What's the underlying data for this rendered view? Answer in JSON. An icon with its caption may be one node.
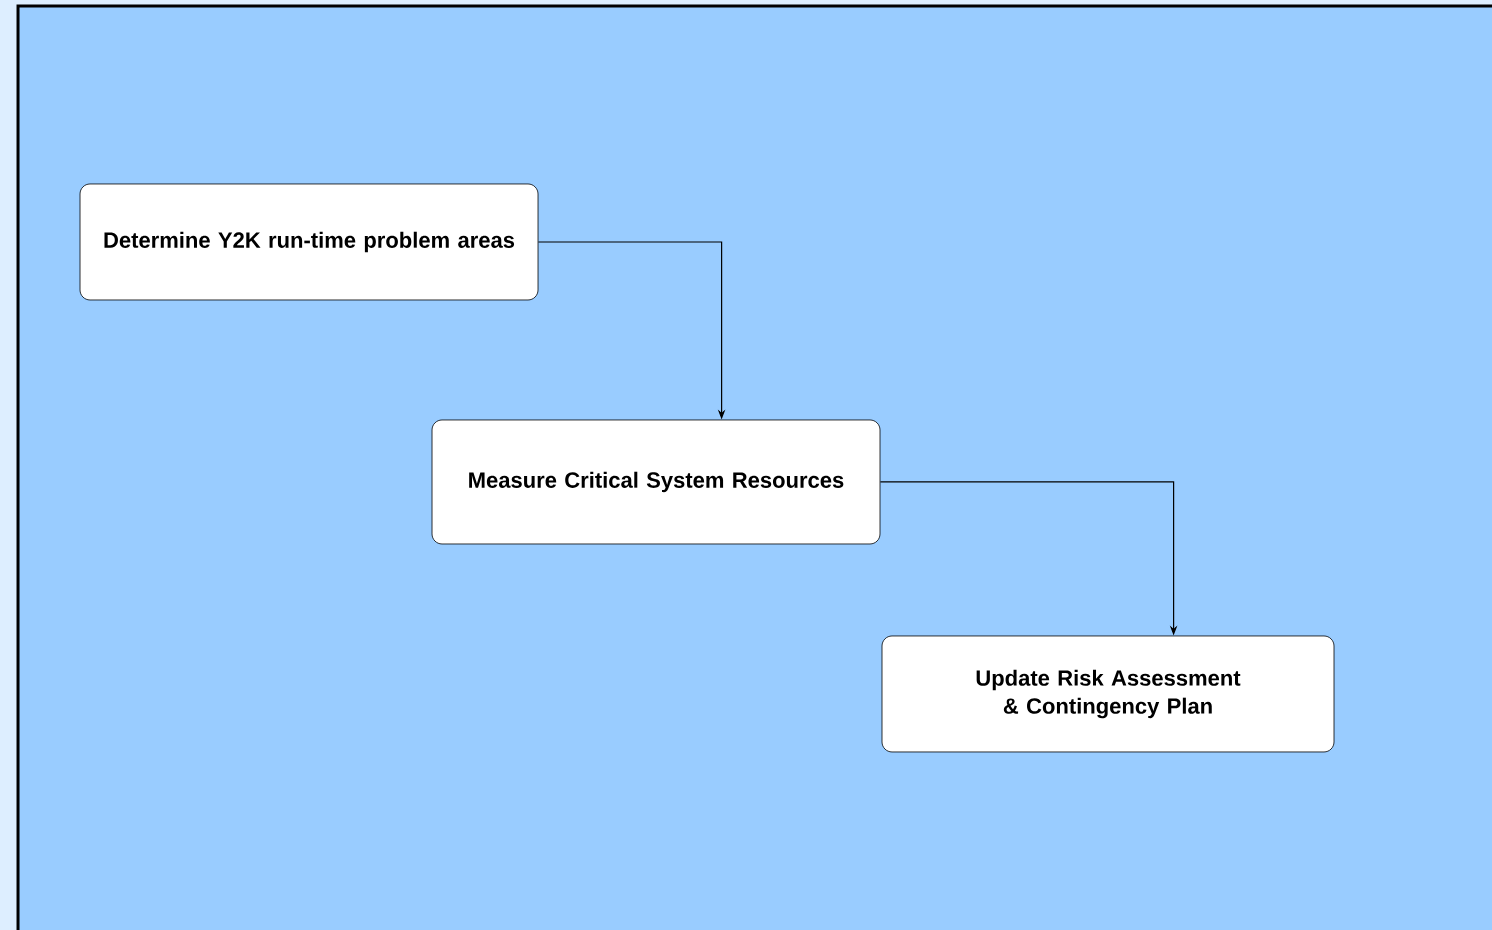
{
  "diagram": {
    "nodes": [
      {
        "text": [
          "Determine Y2K run-time problem areas"
        ]
      },
      {
        "text": [
          "Measure Critical System Resources"
        ]
      },
      {
        "text": [
          "Update Risk Assessment & Contingency Plan"
        ]
      }
    ],
    "edges": [
      {
        "from": 0,
        "to": 1,
        "arrow": "to"
      },
      {
        "from": 1,
        "to": 2,
        "arrow": "to"
      }
    ]
  }
}
